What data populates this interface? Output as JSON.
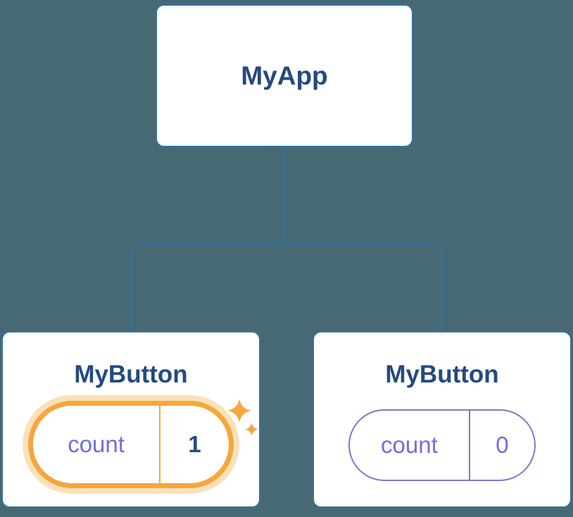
{
  "diagram": {
    "title": "component-state-tree",
    "root": {
      "label": "MyApp"
    },
    "children": [
      {
        "label": "MyButton",
        "state_key": "count",
        "state_value": "1",
        "highlighted": true
      },
      {
        "label": "MyButton",
        "state_key": "count",
        "state_value": "0",
        "highlighted": false
      }
    ]
  },
  "colors": {
    "background": "#476974",
    "box_border": "#32729f",
    "box_bg": "#ffffff",
    "title_text": "#234a80",
    "state_purple": "#6f6ee0",
    "pill_purple_border": "#7b79d2",
    "highlight_orange": "#f5a73b"
  }
}
